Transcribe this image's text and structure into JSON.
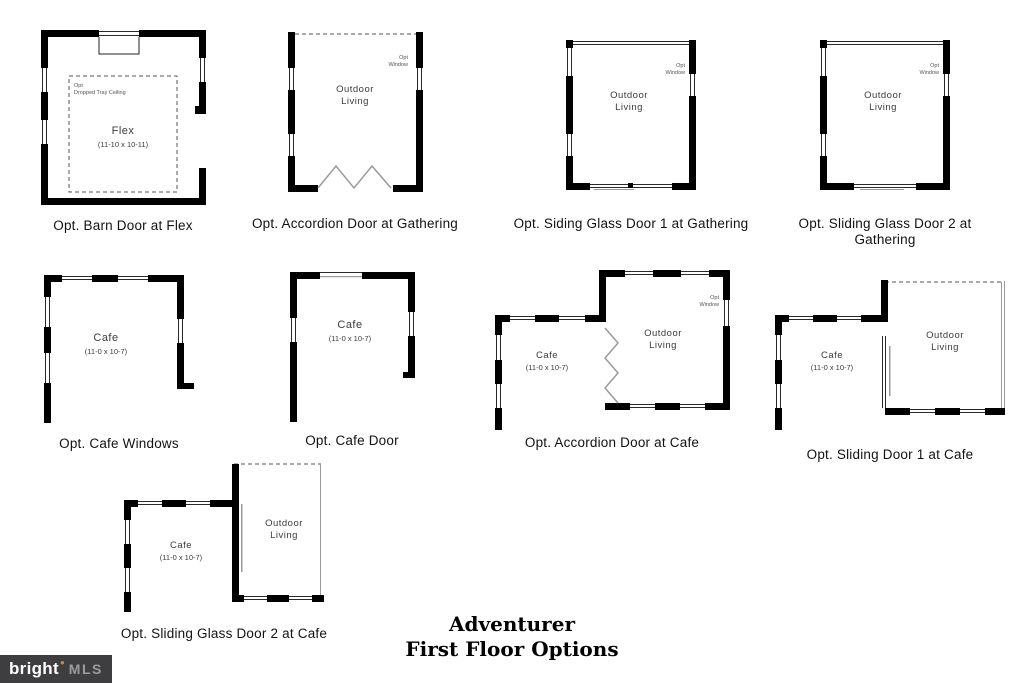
{
  "title": {
    "line1": "Adventurer",
    "line2": "First Floor Options"
  },
  "logo": {
    "brand": "bright",
    "suffix": "MLS"
  },
  "colors": {
    "wall": "#000000",
    "logo_bg": "#3e3e40",
    "logo_dot": "#e8812a"
  },
  "plans": [
    {
      "caption": "Opt. Barn Door at Flex",
      "note_line1": "Opt",
      "note_line2": "Dropped Tray Ceiling",
      "room": "Flex",
      "dims": "(11-10 x 10-11)"
    },
    {
      "caption": "Opt. Accordion Door at Gathering",
      "outdoor_line1": "Outdoor",
      "outdoor_line2": "Living",
      "note_line1": "Opt",
      "note_line2": "Window"
    },
    {
      "caption": "Opt. Siding Glass Door 1 at Gathering",
      "outdoor_line1": "Outdoor",
      "outdoor_line2": "Living",
      "note_line1": "Opt",
      "note_line2": "Window"
    },
    {
      "caption": "Opt. Sliding Glass Door 2 at Gathering",
      "outdoor_line1": "Outdoor",
      "outdoor_line2": "Living",
      "note_line1": "Opt",
      "note_line2": "Window"
    },
    {
      "caption": "Opt. Cafe Windows",
      "room": "Cafe",
      "dims": "(11-0 x 10-7)"
    },
    {
      "caption": "Opt. Cafe Door",
      "room": "Cafe",
      "dims": "(11-0 x 10-7)"
    },
    {
      "caption": "Opt. Accordion Door at Cafe",
      "room": "Cafe",
      "dims": "(11-0 x 10-7)",
      "outdoor_line1": "Outdoor",
      "outdoor_line2": "Living",
      "note_line1": "Opt",
      "note_line2": "Window"
    },
    {
      "caption": "Opt. Sliding Door 1 at Cafe",
      "room": "Cafe",
      "dims": "(11-0 x 10-7)",
      "outdoor_line1": "Outdoor",
      "outdoor_line2": "Living"
    },
    {
      "caption": "Opt. Sliding Glass Door 2 at Cafe",
      "room": "Cafe",
      "dims": "(11-0 x 10-7)",
      "outdoor_line1": "Outdoor",
      "outdoor_line2": "Living"
    }
  ]
}
